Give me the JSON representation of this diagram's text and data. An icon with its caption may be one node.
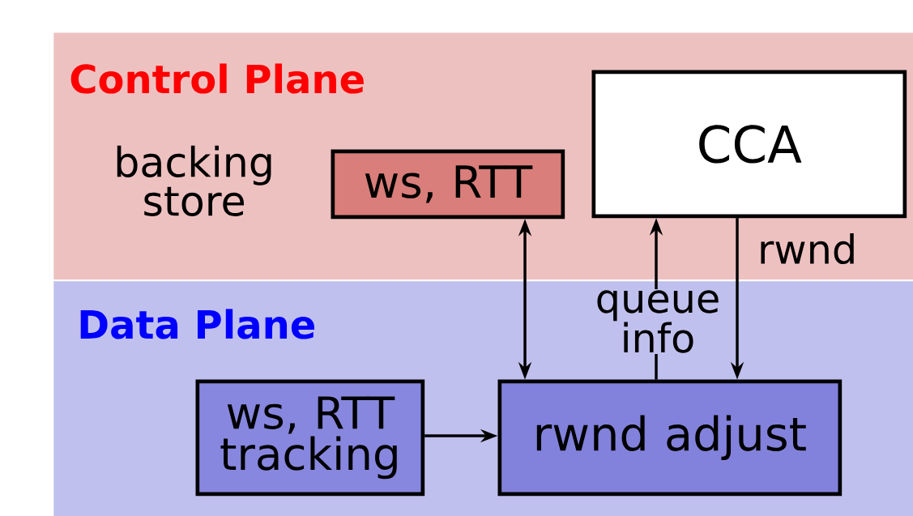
{
  "diagram": {
    "nodes": [
      {
        "text": [
          "Control Plane"
        ]
      },
      {
        "text": [
          "Data Plane"
        ]
      },
      {
        "text": [
          "ws, RTT"
        ],
        "in": 0,
        "beside": [
          "backing store"
        ]
      },
      {
        "text": [
          "CCA"
        ],
        "in": 0
      },
      {
        "text": [
          "ws, RTT tracking"
        ],
        "in": 1
      },
      {
        "text": [
          "rwnd adjust"
        ],
        "in": 1
      }
    ],
    "edges": [
      {
        "from": 2,
        "to": 5,
        "arrow": "both"
      },
      {
        "from": 5,
        "to": 3,
        "arrow": "to",
        "label": "queue info"
      },
      {
        "from": 3,
        "to": 5,
        "arrow": "to",
        "label": "rwnd"
      },
      {
        "from": 4,
        "to": 5,
        "arrow": "to"
      }
    ]
  }
}
